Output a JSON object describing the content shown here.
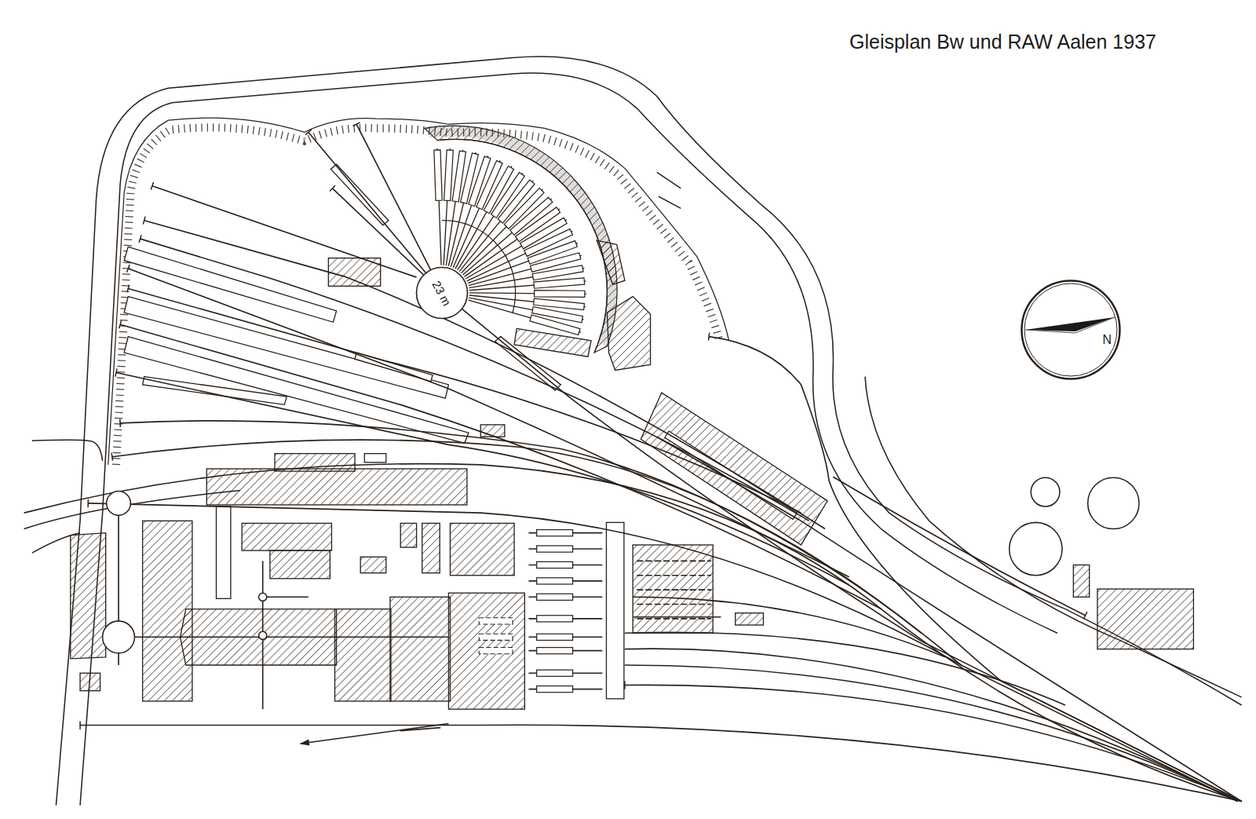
{
  "diagram": {
    "title": "Gleisplan Bw und RAW Aalen 1937",
    "nodes": [
      {
        "text": [
          "23 m"
        ]
      },
      {
        "text": [
          "N"
        ]
      }
    ]
  }
}
